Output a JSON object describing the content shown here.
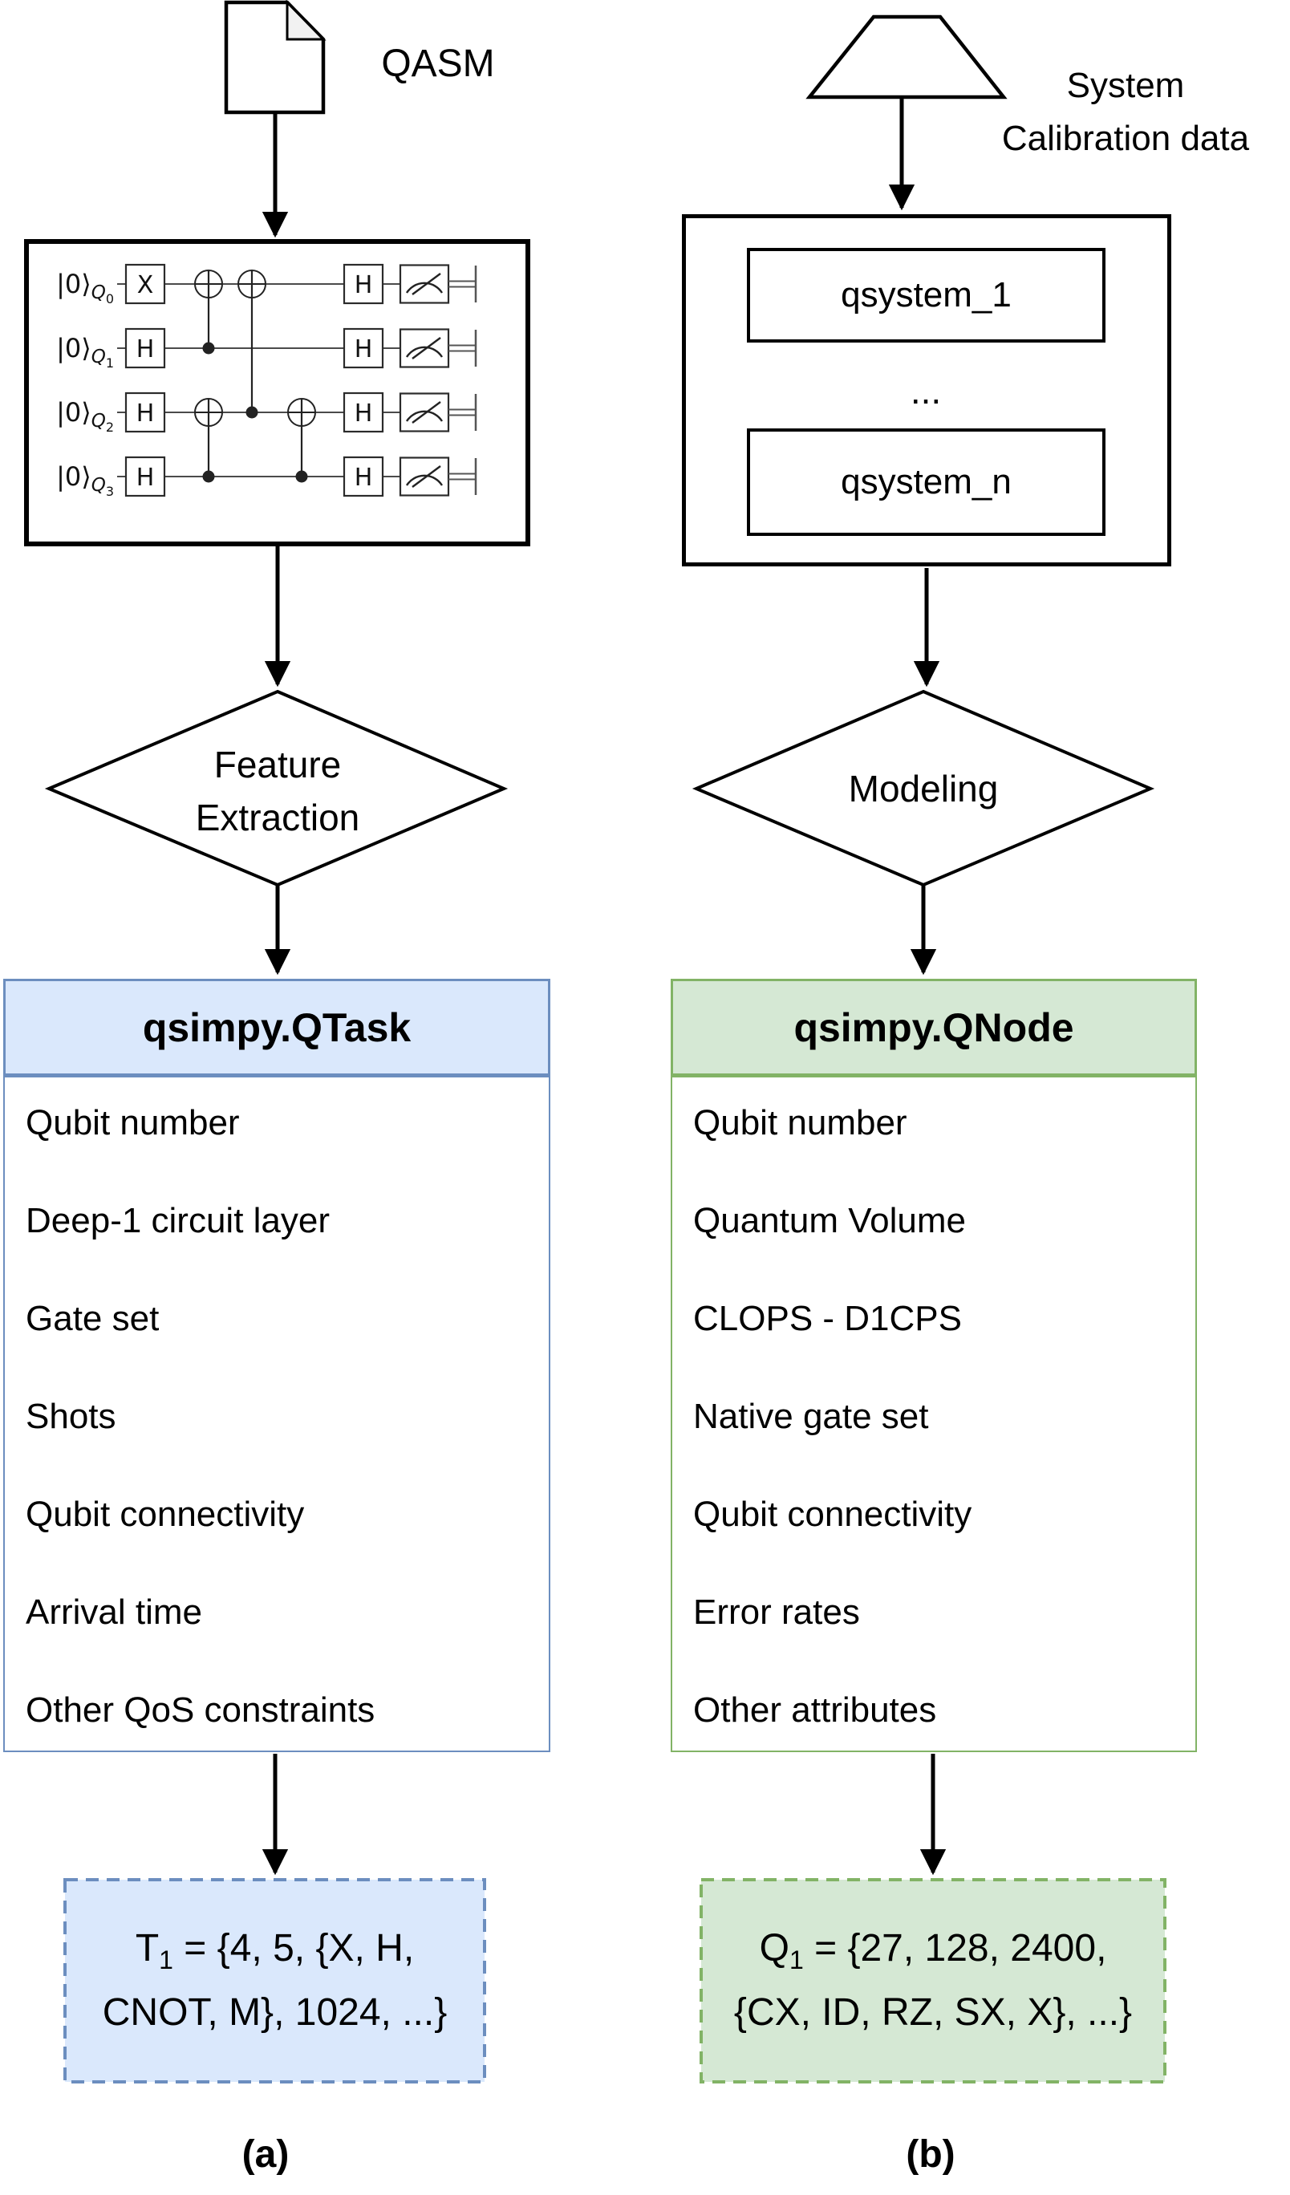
{
  "figure": {
    "left": {
      "source_label": "QASM",
      "circuit": {
        "qubits": [
          {
            "ket": "|0⟩",
            "q": "Q",
            "idx": "0"
          },
          {
            "ket": "|0⟩",
            "q": "Q",
            "idx": "1"
          },
          {
            "ket": "|0⟩",
            "q": "Q",
            "idx": "2"
          },
          {
            "ket": "|0⟩",
            "q": "Q",
            "idx": "3"
          }
        ],
        "col1_gates": [
          "X",
          "H",
          "H",
          "H"
        ],
        "h_gate": "H"
      },
      "process_label_line1": "Feature",
      "process_label_line2": "Extraction",
      "class_title": "qsimpy.QTask",
      "attributes": [
        "Qubit number",
        "Deep-1 circuit layer",
        "Gate set",
        "Shots",
        "Qubit connectivity",
        "Arrival time",
        "Other QoS constraints"
      ],
      "output": {
        "sym": "T",
        "sub": "1",
        "line1_rest": " = {4, 5, {X, H,",
        "line2": "CNOT, M}, 1024, ...}"
      },
      "caption": "(a)"
    },
    "right": {
      "source_label_line1": "System",
      "source_label_line2": "Calibration data",
      "systems": [
        "qsystem_1",
        "...",
        "qsystem_n"
      ],
      "process_label": "Modeling",
      "class_title": "qsimpy.QNode",
      "attributes": [
        "Qubit number",
        "Quantum Volume",
        "CLOPS - D1CPS",
        "Native gate set",
        "Qubit connectivity",
        "Error rates",
        "Other attributes"
      ],
      "output": {
        "sym": "Q",
        "sub": "1",
        "line1_rest": " = {27, 128, 2400,",
        "line2": "{CX, ID, RZ, SX, X}, ...}"
      },
      "caption": "(b)"
    },
    "colors": {
      "task_fill": "#dae8fc",
      "task_border": "#6c8ebf",
      "node_fill": "#d5e8d4",
      "node_border": "#82b366",
      "stroke": "#000000"
    }
  }
}
